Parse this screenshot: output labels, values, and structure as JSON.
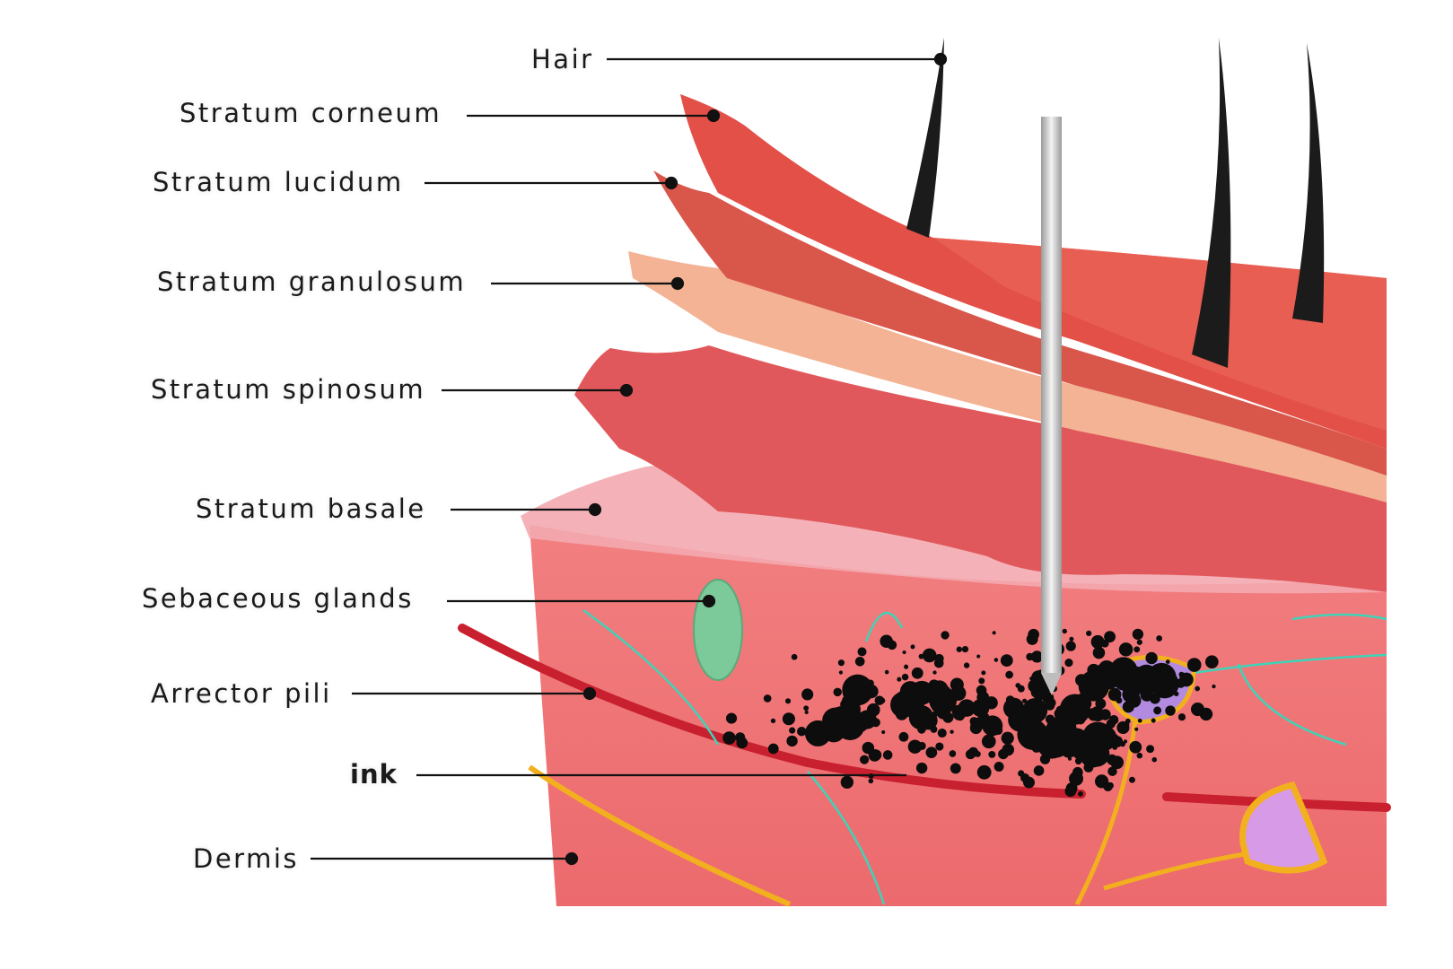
{
  "title": "Skin layers with tattoo ink",
  "labels": {
    "hair": "Hair",
    "stratum_corneum": "Stratum corneum",
    "stratum_lucidum": "Stratum lucidum",
    "stratum_granulosum": "Stratum granulosum",
    "stratum_spinosum": "Stratum spinosum",
    "stratum_basale": "Stratum basale",
    "sebaceous_glands": "Sebaceous glands",
    "arrector_pili": "Arrector pili",
    "ink": "ink",
    "dermis": "Dermis"
  },
  "colors": {
    "dermis": "#ee6a6c",
    "corneum": "#d94a43",
    "lucidum": "#de5a4c",
    "granulosum": "#f3b394",
    "spinosum": "#e1585c",
    "basale": "#f2a3a8",
    "hair": "#1b1b1b",
    "ink": "#0d0d0d",
    "vessel": "#c8202e",
    "nerve": "#f2b01e",
    "gland": "#7cc99a",
    "fiber": "#3fd3b8",
    "needle": "#cfcfcf"
  }
}
